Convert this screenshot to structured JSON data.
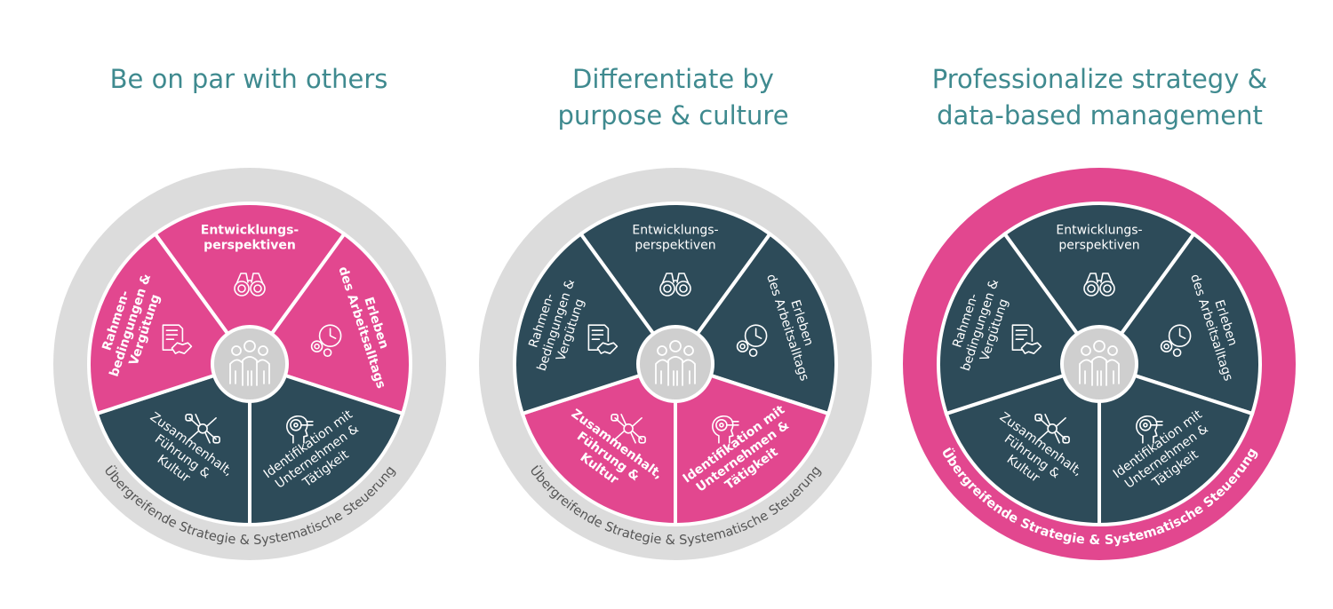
{
  "colors": {
    "pink": "#e2478f",
    "teal": "#2d4b59",
    "grey": "#dcdcdc",
    "title": "#3f8a8f",
    "hub": "#cfcfcf"
  },
  "hub_icon": "people-group-icon",
  "segments": [
    {
      "key": "dev",
      "lines": [
        "Entwicklungs-",
        "perspektiven"
      ],
      "icon": "binoculars-icon"
    },
    {
      "key": "work",
      "lines": [
        "Erleben",
        "des Arbeitsalltags"
      ],
      "icon": "clock-gear-icon"
    },
    {
      "key": "id",
      "lines": [
        "Identifikation mit",
        "Unternehmen &",
        "Tätigkeit"
      ],
      "icon": "target-head-icon"
    },
    {
      "key": "team",
      "lines": [
        "Zusammenhalt,",
        "Führung &",
        "Kultur"
      ],
      "icon": "hands-together-icon"
    },
    {
      "key": "pay",
      "lines": [
        "Rahmen-",
        "bedingungen &",
        "Vergütung"
      ],
      "icon": "contract-handshake-icon"
    }
  ],
  "ring_label": "Übergreifende Strategie & Systematische Steuerung",
  "wheels": [
    {
      "title": [
        "Be on par with others"
      ],
      "highlight": [
        "dev",
        "work",
        "pay"
      ],
      "ring_highlight": false
    },
    {
      "title": [
        "Differentiate by",
        "purpose & culture"
      ],
      "highlight": [
        "id",
        "team"
      ],
      "ring_highlight": false
    },
    {
      "title": [
        "Professionalize strategy &",
        "data-based management"
      ],
      "highlight": [],
      "ring_highlight": true
    }
  ]
}
